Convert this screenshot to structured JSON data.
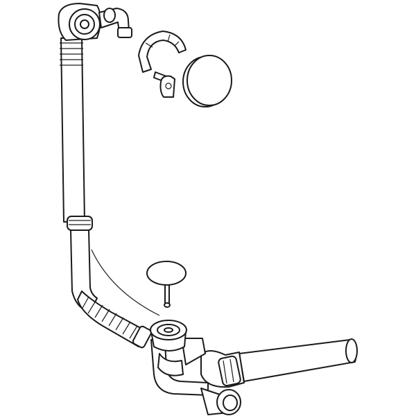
{
  "drawing": {
    "colors": {
      "line": "#1a1a1a",
      "background": "#ffffff"
    },
    "parts": [
      "overflow-head",
      "overflow-elbow",
      "vertical-pipe",
      "flexible-hose",
      "retaining-clip",
      "cable-key",
      "cover-cap",
      "drain-plug",
      "drain-body",
      "trap",
      "outlet-pipe",
      "outlet-connector"
    ]
  }
}
